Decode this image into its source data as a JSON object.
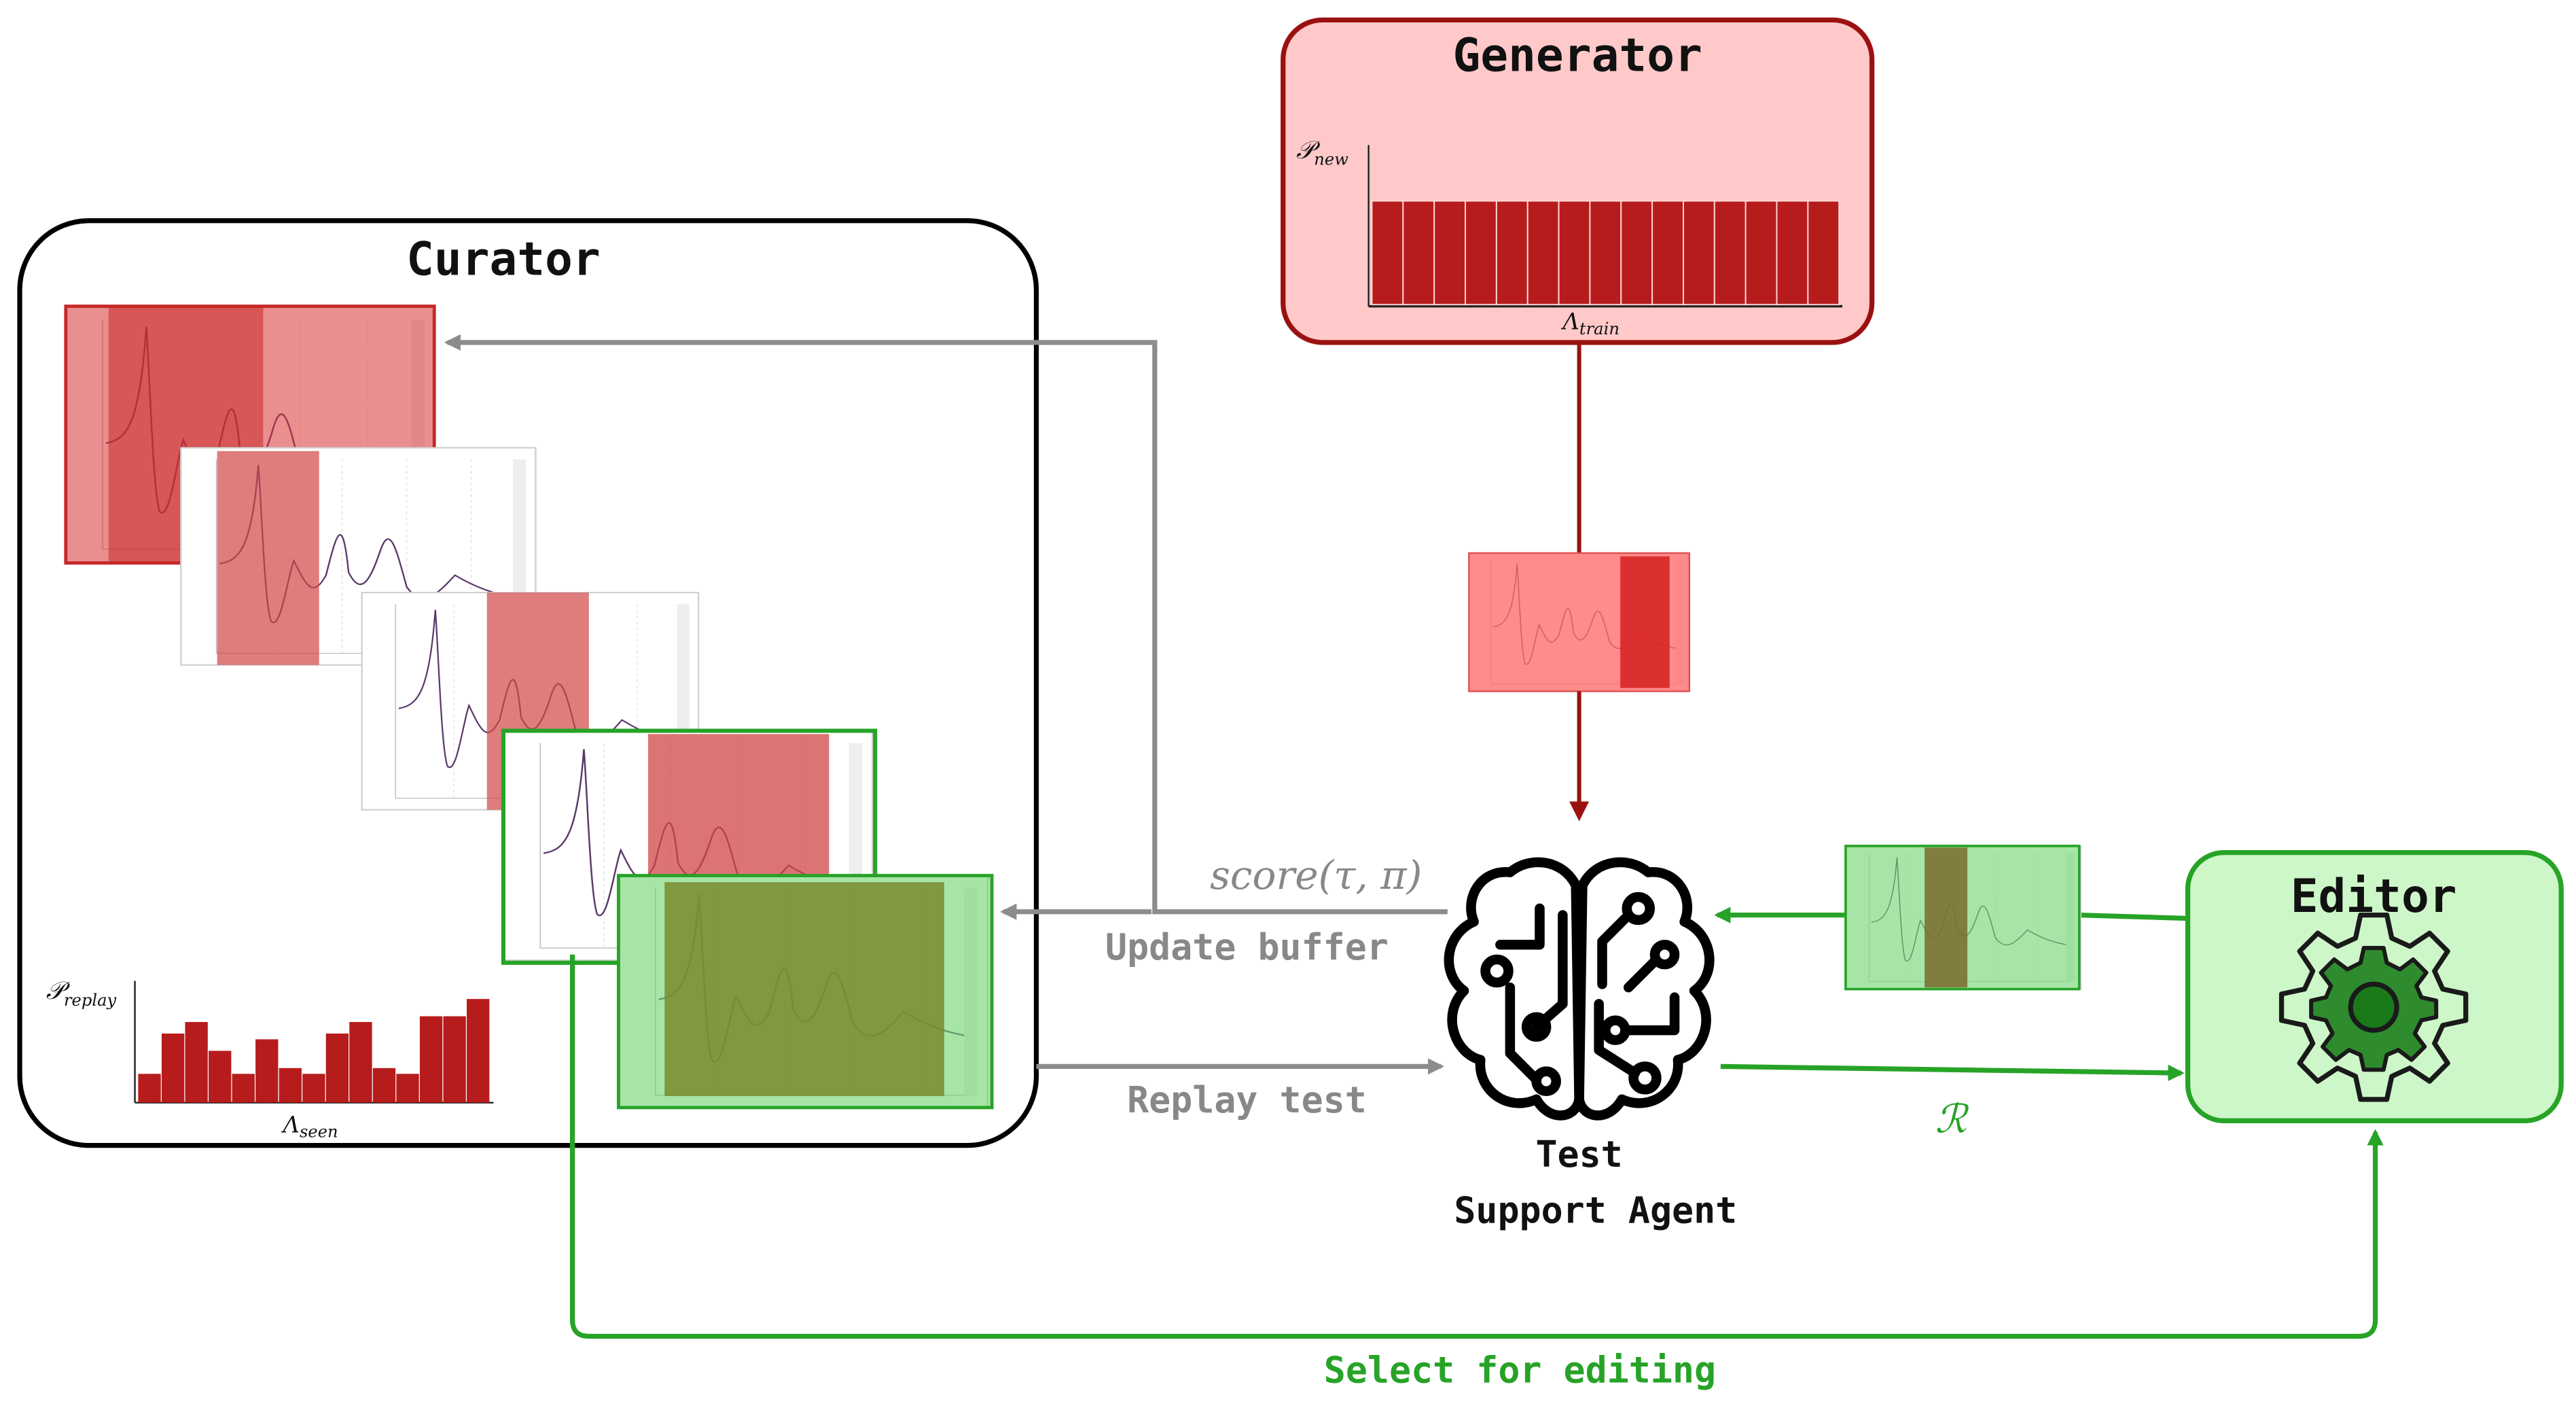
{
  "curator": {
    "title": "Curator",
    "hist_ylabel": "𝒫",
    "hist_ylabel_sub": "replay",
    "hist_xlabel": "Λ",
    "hist_xlabel_sub": "seen",
    "hist_values": [
      0.25,
      0.6,
      0.7,
      0.45,
      0.25,
      0.55,
      0.3,
      0.25,
      0.6,
      0.7,
      0.3,
      0.25,
      0.75,
      0.75,
      0.9
    ]
  },
  "generator": {
    "title": "Generator",
    "hist_ylabel": "𝒫",
    "hist_ylabel_sub": "new",
    "hist_xlabel": "Λ",
    "hist_xlabel_sub": "train",
    "bar_count": 15,
    "bar_level": 0.6
  },
  "agent": {
    "label_line1": "Test",
    "label_line2": "Support Agent"
  },
  "editor": {
    "title": "Editor"
  },
  "edges": {
    "score_label": "score(τ, π)",
    "update_label": "Update buffer",
    "replay_label": "Replay test",
    "reward_label": "ℛ",
    "select_label": "Select for editing"
  },
  "colors": {
    "dark_red": "#9b1111",
    "red_fill": "#ffc9c9",
    "red_bar": "#b71c1c",
    "green": "#27a327",
    "green_fill": "#cdf7c8",
    "grey_arrow": "#8c8c8c",
    "text_grey": "#888888",
    "olive": "#7a8a2e"
  }
}
